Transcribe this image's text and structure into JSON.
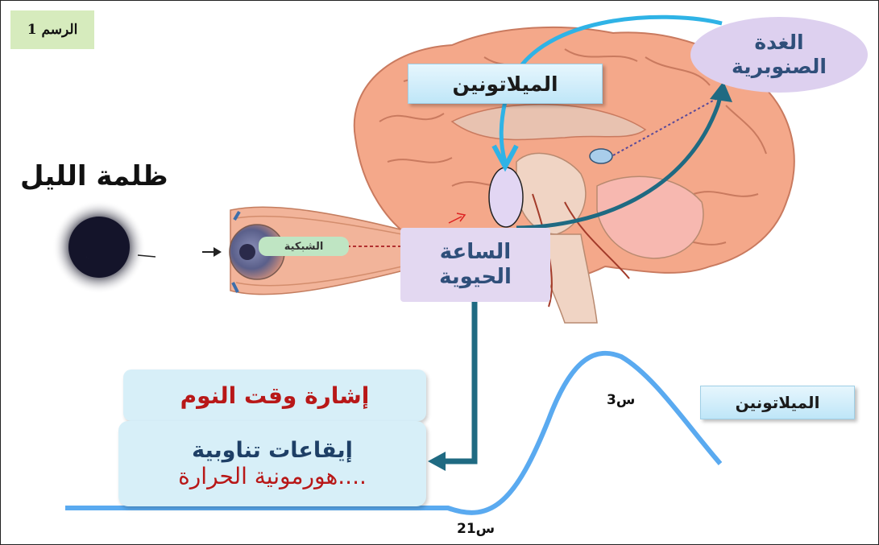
{
  "figure_label": "الرسم 1",
  "melatonin_top": "الميلاتونين",
  "pineal_gland": {
    "line1": "الغدة",
    "line2": "الصنوبرية"
  },
  "night_dark": "ظلمة الليل",
  "retina": "الشبكية",
  "biological_clock": {
    "line1": "الساعة",
    "line2": "الحيوية"
  },
  "sleep_signal": "إشارة وقت النوم",
  "rhythms": {
    "line1": "إيقاعات تناوبية",
    "line2": "هورمونية الحرارة...."
  },
  "melatonin_graph_label": "الميلاتونين",
  "time_peak": "س3",
  "time_low": "س21",
  "colors": {
    "label_bg": "#d6ebbd",
    "pineal_bg": "#ddd0ef",
    "clock_bg": "#e3d8f1",
    "box_bg": "#d7eff8",
    "arrow_dark": "#1f6a82",
    "arrow_light": "#2fb3e6",
    "curve": "#5aaaf0",
    "red_text": "#b81818",
    "blue_text": "#1e3f66"
  }
}
